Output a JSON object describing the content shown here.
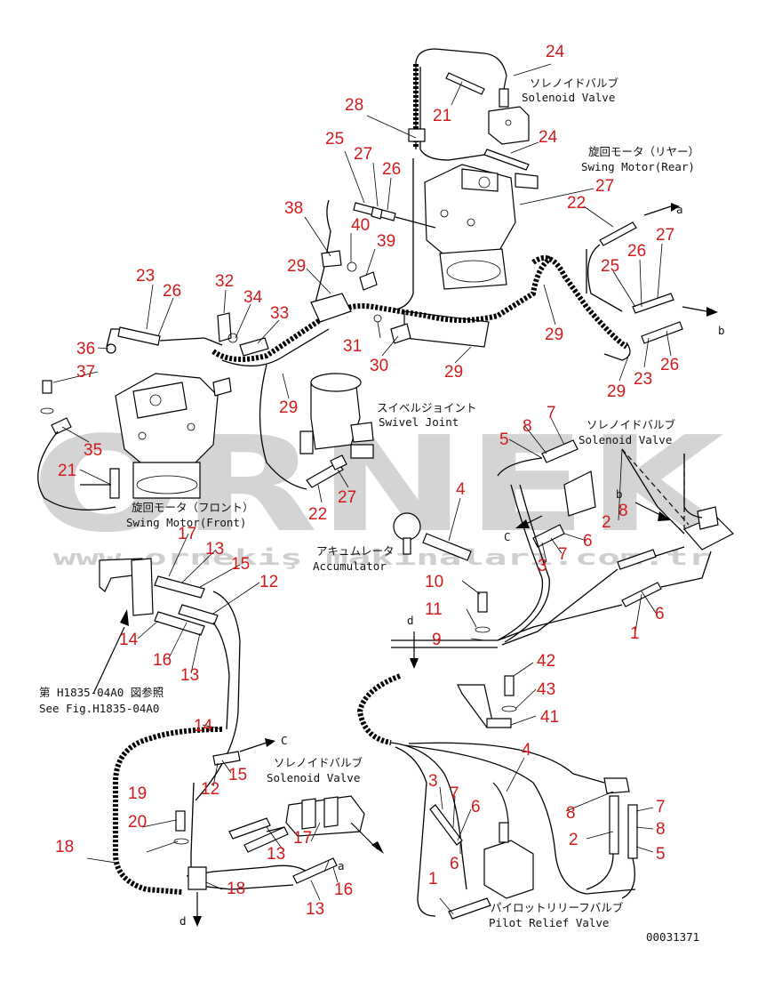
{
  "watermark": {
    "brand": "ORNEK",
    "url": "www.ornekiş makinaları.com.tr"
  },
  "drawing_number": "00031371",
  "labels": {
    "solenoid_valve_top_jp": "ソレノイドバルブ",
    "solenoid_valve_top_en": "Solenoid Valve",
    "swing_motor_rear_jp": "旋回モータ（リヤー）",
    "swing_motor_rear_en": "Swing Motor(Rear)",
    "swivel_joint_jp": "スイベルジョイント",
    "swivel_joint_en": "Swivel Joint",
    "solenoid_valve_mid_jp": "ソレノイドバルブ",
    "solenoid_valve_mid_en": "Solenoid Valve",
    "swing_motor_front_jp": "旋回モータ（フロント）",
    "swing_motor_front_en": "Swing Motor(Front)",
    "accumulator_jp": "アキュムレータ",
    "accumulator_en": "Accumulator",
    "see_fig_jp": "第 H1835-04A0 図参照",
    "see_fig_en": "See Fig.H1835-04A0",
    "solenoid_valve_bottom_jp": "ソレノイドバルブ",
    "solenoid_valve_bottom_en": "Solenoid Valve",
    "pilot_relief_jp": "パイロットリリーフバルブ",
    "pilot_relief_en": "Pilot Relief Valve"
  },
  "connectors": {
    "a_top": "a",
    "b_right": "b",
    "c_mid": "C",
    "b_mid": "b",
    "d_mid": "d",
    "c_bottom": "C",
    "a_bottom": "a",
    "d_bottom": "d"
  },
  "callouts": {
    "n24a": "24",
    "n21a": "21",
    "n28": "28",
    "n24b": "24",
    "n25a": "25",
    "n27a": "27",
    "n26a": "26",
    "n38": "38",
    "n40": "40",
    "n39": "39",
    "n27b": "27",
    "n22a": "22",
    "n27c": "27",
    "n26b": "26",
    "n25b": "25",
    "n29a": "29",
    "n23a": "23",
    "n26c": "26",
    "n32": "32",
    "n34": "34",
    "n33": "33",
    "n36": "36",
    "n37": "37",
    "n31": "31",
    "n30": "30",
    "n29b": "29",
    "n29c": "29",
    "n29d": "29",
    "n23b": "23",
    "n26d": "26",
    "n29e": "29",
    "n35": "35",
    "n21b": "21",
    "n27d": "27",
    "n22b": "22",
    "n8a": "8",
    "n7a": "7",
    "n5a": "5",
    "n4a": "4",
    "n8b": "8",
    "n2a": "2",
    "n6a": "6",
    "n7b": "7",
    "n3a": "3",
    "n17a": "17",
    "n13a": "13",
    "n15a": "15",
    "n12a": "12",
    "n14a": "14",
    "n16a": "16",
    "n13b": "13",
    "n10": "10",
    "n11": "11",
    "n9": "9",
    "n6b": "6",
    "n1a": "1",
    "n42": "42",
    "n43": "43",
    "n41": "41",
    "n14b": "14",
    "n15b": "15",
    "n12b": "12",
    "n4b": "4",
    "n3b": "3",
    "n7c": "7",
    "n6c": "6",
    "n8c": "8",
    "n7d": "7",
    "n8d": "8",
    "n2b": "2",
    "n5b": "5",
    "n19": "19",
    "n20": "20",
    "n18a": "18",
    "n13c": "13",
    "n17b": "17",
    "n6d": "6",
    "n16b": "16",
    "n18b": "18",
    "n13d": "13",
    "n1b": "1"
  },
  "icons": {
    "arrow": "arrow-head",
    "bolt": "bolt-icon",
    "hose": "hose-fitting"
  }
}
